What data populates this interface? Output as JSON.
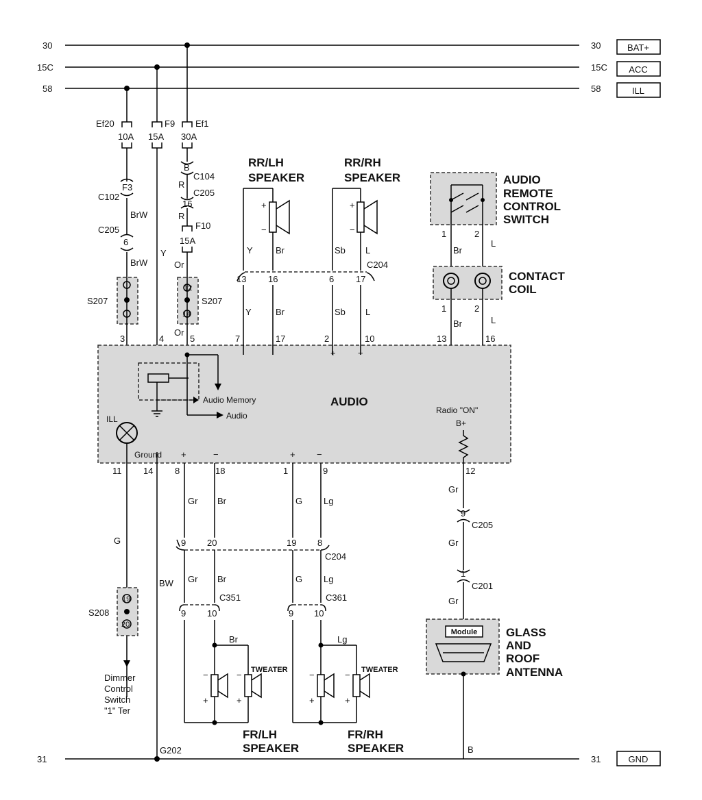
{
  "rails": {
    "r30": {
      "left": "30",
      "right": "30",
      "tag": "BAT+"
    },
    "r15c": {
      "left": "15C",
      "right": "15C",
      "tag": "ACC"
    },
    "r58": {
      "left": "58",
      "right": "58",
      "tag": "ILL"
    },
    "r31": {
      "left": "31",
      "right": "31",
      "tag": "GND"
    }
  },
  "fuses": {
    "ef20": {
      "name": "Ef20",
      "rating": "10A"
    },
    "f9": {
      "name": "F9",
      "rating": "15A"
    },
    "ef1": {
      "name": "Ef1",
      "rating": "30A"
    },
    "f10": {
      "name": "F10",
      "rating": "15A"
    }
  },
  "connectors": {
    "c102": "C102",
    "c205": "C205",
    "c104": "C104",
    "c204": "C204",
    "c351": "C351",
    "c361": "C361",
    "c201": "C201",
    "s207": "S207",
    "s208": "S208",
    "g202": "G202"
  },
  "pins": {
    "f3": "F3",
    "p6": "6",
    "b": "B",
    "p16": "16",
    "p3": "3",
    "p12": "12",
    "p14": "14",
    "p19": "19",
    "p20": "20",
    "rl13": "13",
    "rl16": "16",
    "rr6": "6",
    "rr17": "17",
    "cc1": "1",
    "cc2": "2",
    "cc1b": "1",
    "cc2b": "2",
    "a3": "3",
    "a4": "4",
    "a5": "5",
    "a7": "7",
    "a17": "17",
    "a2": "2",
    "a10": "10",
    "a13": "13",
    "a16": "16",
    "b11": "11",
    "b14": "14",
    "b8": "8",
    "b18": "18",
    "b1": "1",
    "b9": "9",
    "b12": "12",
    "c9": "9",
    "c20": "20",
    "c19": "19",
    "c8": "8",
    "d9": "9",
    "d10": "10",
    "d9b": "9",
    "d10b": "10",
    "g9": "9",
    "g1": "1"
  },
  "wires": {
    "brw1": "BrW",
    "brw2": "BrW",
    "y": "Y",
    "r1": "R",
    "r2": "R",
    "or1": "Or",
    "or2": "Or",
    "rl_y": "Y",
    "rl_br": "Br",
    "rr_sb": "Sb",
    "rr_l": "L",
    "rl_y2": "Y",
    "rl_br2": "Br",
    "rr_sb2": "Sb",
    "rr_l2": "L",
    "cc_br": "Br",
    "cc_l": "L",
    "cc_br2": "Br",
    "cc_l2": "L",
    "g": "G",
    "bw": "BW",
    "gr1": "Gr",
    "br1": "Br",
    "g2": "G",
    "lg1": "Lg",
    "gr2": "Gr",
    "br2": "Br",
    "g3": "G",
    "lg2": "Lg",
    "br3": "Br",
    "lg3": "Lg",
    "ant_gr1": "Gr",
    "ant_gr2": "Gr",
    "ant_gr3": "Gr",
    "ant_b": "B"
  },
  "components": {
    "rr_lh": {
      "l1": "RR/LH",
      "l2": "SPEAKER"
    },
    "rr_rh": {
      "l1": "RR/RH",
      "l2": "SPEAKER"
    },
    "arcs": {
      "l1": "AUDIO",
      "l2": "REMOTE",
      "l3": "CONTROL",
      "l4": "SWITCH"
    },
    "contact": {
      "l1": "CONTACT",
      "l2": "COIL"
    },
    "audio": {
      "title": "AUDIO",
      "memory": "Audio Memory",
      "audio": "Audio",
      "ill": "ILL",
      "ground": "Ground",
      "radio_on": "Radio \"ON\"",
      "bplus": "B+"
    },
    "fr_lh": {
      "l1": "FR/LH",
      "l2": "SPEAKER",
      "tweater": "TWEATER"
    },
    "fr_rh": {
      "l1": "FR/RH",
      "l2": "SPEAKER",
      "tweater": "TWEATER"
    },
    "antenna": {
      "l1": "GLASS",
      "l2": "AND",
      "l3": "ROOF",
      "l4": "ANTENNA",
      "module": "Module"
    },
    "dimmer": {
      "l1": "Dimmer",
      "l2": "Control",
      "l3": "Switch",
      "l4": "\"1\" Ter"
    }
  },
  "polarity": {
    "plus": "+",
    "minus": "−"
  }
}
